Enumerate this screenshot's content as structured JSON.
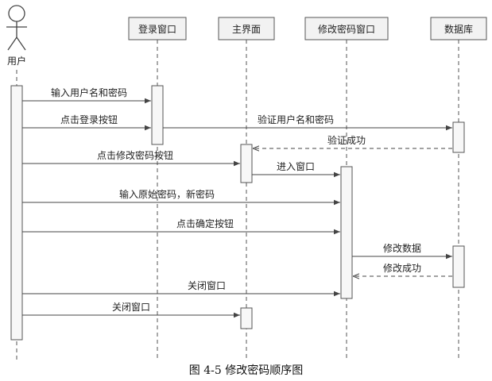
{
  "actor": {
    "label": "用户"
  },
  "participants": [
    {
      "label": "登录窗口"
    },
    {
      "label": "主界面"
    },
    {
      "label": "修改密码窗口"
    },
    {
      "label": "数据库"
    }
  ],
  "messages": [
    {
      "label": "输入用户名和密码",
      "style": "solid"
    },
    {
      "label": "点击登录按钮",
      "style": "solid"
    },
    {
      "label": "验证用户名和密码",
      "style": "solid"
    },
    {
      "label": "验证成功",
      "style": "dashed"
    },
    {
      "label": "点击修改密码按钮",
      "style": "solid"
    },
    {
      "label": "进入窗口",
      "style": "solid"
    },
    {
      "label": "输入原始密码，新密码",
      "style": "solid"
    },
    {
      "label": "点击确定按钮",
      "style": "solid"
    },
    {
      "label": "修改数据",
      "style": "solid"
    },
    {
      "label": "修改成功",
      "style": "dashed"
    },
    {
      "label": "关闭窗口",
      "style": "solid"
    },
    {
      "label": "关闭窗口",
      "style": "solid"
    }
  ],
  "caption": "图 4-5  修改密码顺序图",
  "colors": {
    "line": "#555555",
    "box_fill": "#f2f2f2",
    "activation_fill": "#f7f7f7"
  }
}
